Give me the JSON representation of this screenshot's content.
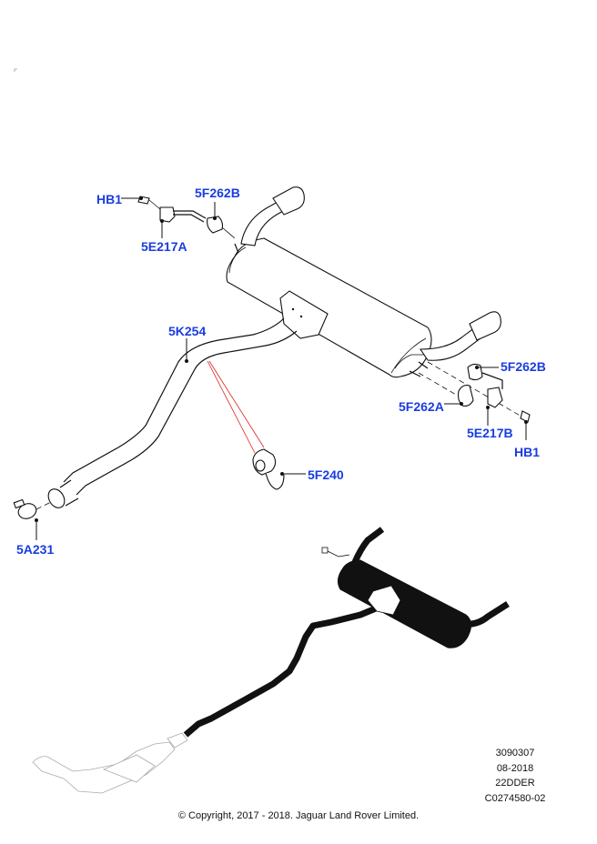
{
  "diagram": {
    "title": "Exhaust system rear section - exploded view",
    "label_color": "#1a3de0",
    "callouts": [
      {
        "id": "HB1",
        "position": "upper-left"
      },
      {
        "id": "5F262B",
        "position": "upper-left"
      },
      {
        "id": "5E217A",
        "position": "upper-left"
      },
      {
        "id": "5K254",
        "position": "center-left"
      },
      {
        "id": "5F262B",
        "position": "right"
      },
      {
        "id": "5F262A",
        "position": "right"
      },
      {
        "id": "5E217B",
        "position": "right"
      },
      {
        "id": "HB1",
        "position": "right"
      },
      {
        "id": "5F240",
        "position": "center"
      },
      {
        "id": "5A231",
        "position": "lower-left"
      }
    ]
  },
  "meta": {
    "ref_number": "3090307",
    "date": "08-2018",
    "code": "22DDER",
    "illustration_id": "C0274580-02"
  },
  "copyright": "© Copyright, 2017 - 2018. Jaguar Land Rover Limited."
}
